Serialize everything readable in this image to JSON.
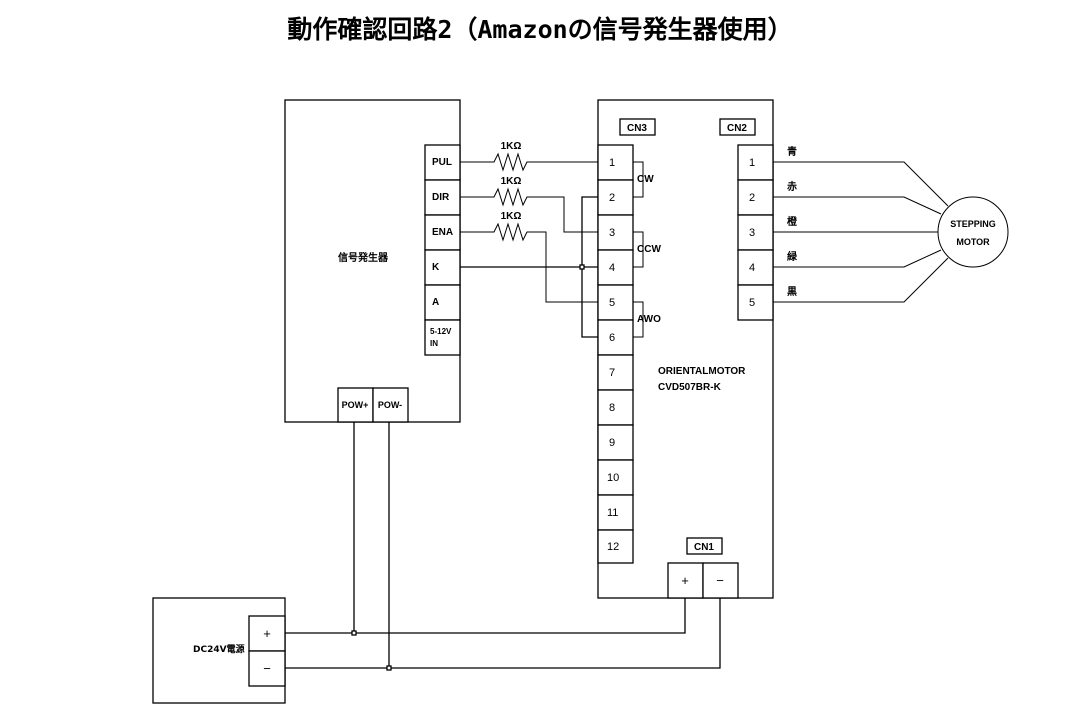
{
  "title": "動作確認回路2（Amazonの信号発生器使用）",
  "signal_generator": {
    "label": "信号発生器",
    "terminals": [
      "PUL",
      "DIR",
      "ENA",
      "K",
      "A",
      "5-12V",
      "IN"
    ],
    "power_terminals": [
      "POW+",
      "POW-"
    ]
  },
  "resistors": [
    "1KΩ",
    "1KΩ",
    "1KΩ"
  ],
  "driver": {
    "model_line1": "ORIENTALMOTOR",
    "model_line2": "CVD507BR-K",
    "cn3": {
      "label": "CN3",
      "pins": [
        "1",
        "2",
        "3",
        "4",
        "5",
        "6",
        "7",
        "8",
        "9",
        "10",
        "11",
        "12"
      ],
      "groups": [
        "CW",
        "CCW",
        "AWO"
      ]
    },
    "cn2": {
      "label": "CN2",
      "pins": [
        "1",
        "2",
        "3",
        "4",
        "5"
      ],
      "wire_colors": [
        "青",
        "赤",
        "橙",
        "緑",
        "黒"
      ]
    },
    "cn1": {
      "label": "CN1",
      "terminals": [
        "+",
        "−"
      ]
    }
  },
  "motor": {
    "line1": "STEPPING",
    "line2": "MOTOR"
  },
  "power_supply": {
    "label": "DC24V電源",
    "terminals": [
      "+",
      "−"
    ]
  }
}
